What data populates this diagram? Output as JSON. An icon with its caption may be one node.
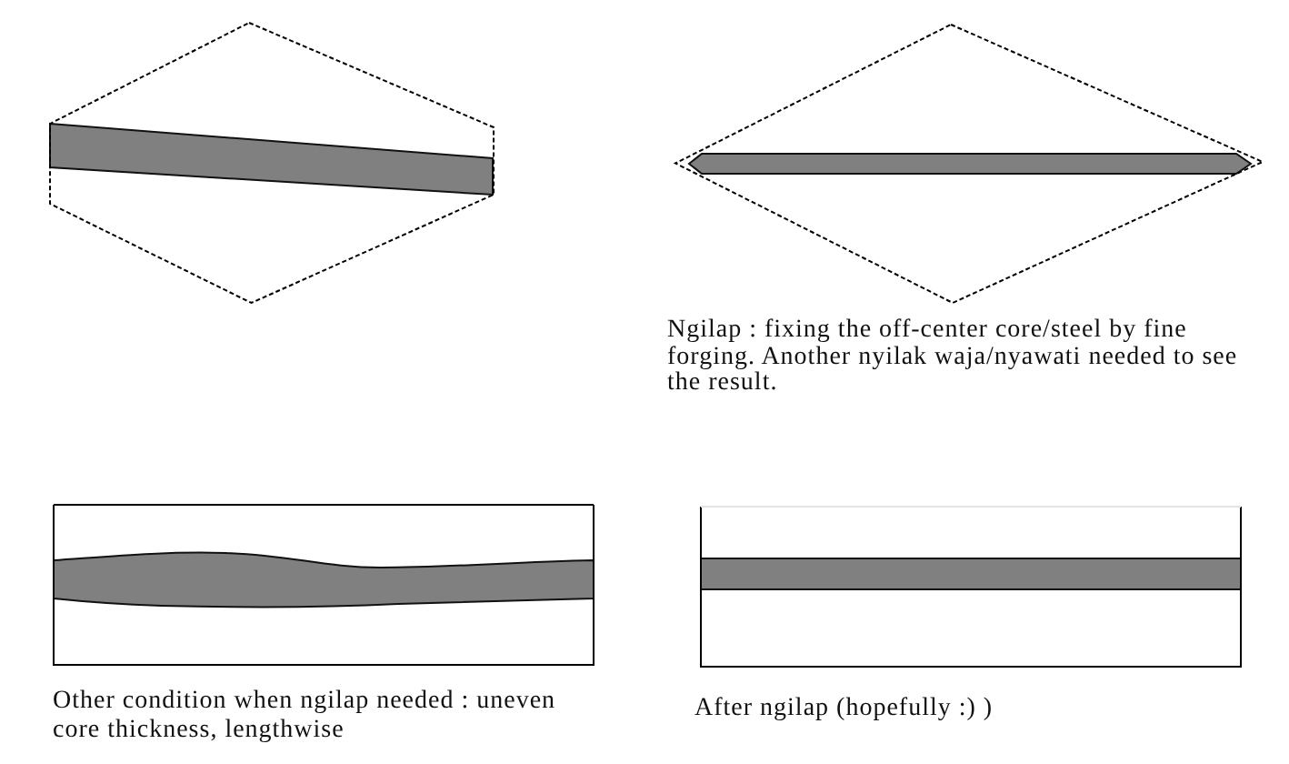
{
  "diagram": {
    "nodes": [
      {
        "text": [],
        "shape": "hexagon"
      },
      {
        "text": [],
        "shape": "diamond",
        "beside": [
          "Ngilap : fixing the off-center core/steel by fine forging. Another nyilak waja/nyawati needed to see the result."
        ]
      },
      {
        "text": [],
        "shape": "box",
        "beside": [
          "Other condition when ngilap needed : uneven core thickness, lengthwise"
        ]
      },
      {
        "text": [],
        "shape": "box",
        "beside": [
          "After ngilap (hopefully :) )"
        ]
      }
    ]
  }
}
